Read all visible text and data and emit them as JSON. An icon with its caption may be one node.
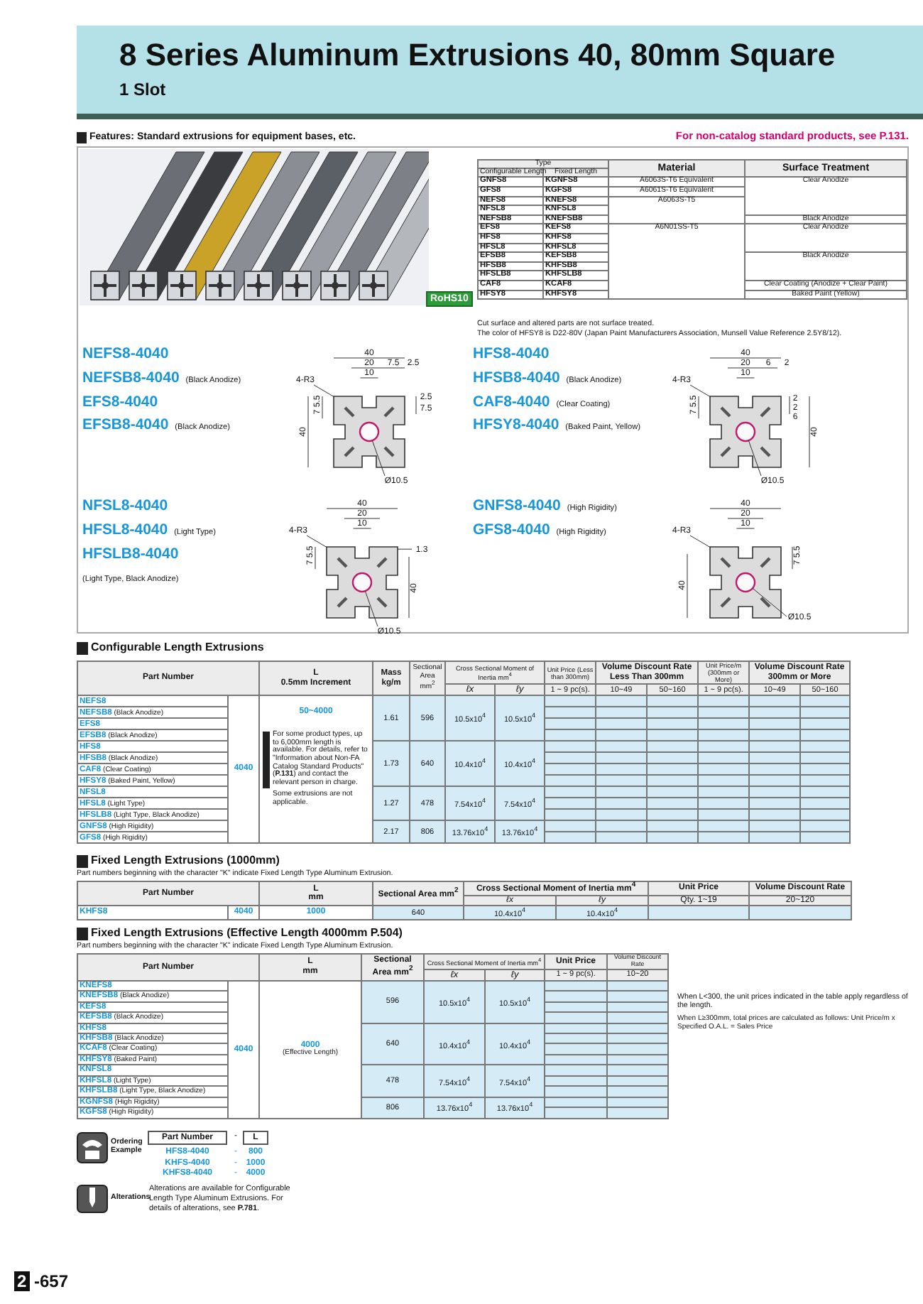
{
  "diagram": {
    "title": "8 Series Aluminum Extrusions 40, 80mm Square",
    "nodes": [
      {
        "text": [
          "4-R3"
        ]
      },
      {
        "text": [],
        "shape": "picture"
      },
      {
        "text": [],
        "shape": "circle",
        "in": 1
      },
      {
        "text": [
          "Ø10.5"
        ]
      },
      {
        "text": [
          "4-R3"
        ]
      },
      {
        "text": [],
        "shape": "picture"
      },
      {
        "text": [],
        "shape": "circle",
        "in": 5
      },
      {
        "text": [
          "Ø10.5"
        ]
      },
      {
        "text": [
          "4-R3"
        ]
      },
      {
        "text": [],
        "shape": "picture"
      },
      {
        "text": [],
        "shape": "circle",
        "in": 9
      },
      {
        "text": [
          "Ø10.5"
        ]
      },
      {
        "text": [
          "4-R3"
        ]
      },
      {
        "text": [],
        "shape": "picture"
      },
      {
        "text": [],
        "shape": "circle",
        "in": 13
      },
      {
        "text": [
          "Ø10.5"
        ]
      }
    ],
    "edges": [
      {
        "from": 0,
        "to": 1,
        "arrow": "none"
      },
      {
        "from": 3,
        "to": 2,
        "arrow": "none"
      },
      {
        "from": 4,
        "to": 5,
        "arrow": "none"
      },
      {
        "from": 7,
        "to": 6,
        "arrow": "none"
      },
      {
        "from": 8,
        "to": 9,
        "arrow": "none"
      },
      {
        "from": 11,
        "to": 10,
        "arrow": "none"
      },
      {
        "from": 12,
        "to": 13,
        "arrow": "none"
      },
      {
        "from": 15,
        "to": 14,
        "arrow": "none"
      }
    ],
    "labels": [
      "1 Slot",
      "**Features:** Standard extrusions for equipment bases, etc.",
      "For non-catalog standard products, see P.131.",
      "RoHS10",
      "Type",
      "Configurable Length",
      "Fixed Length",
      "Material",
      "Surface Treatment",
      "GNFS8",
      "KGNFS8",
      "A6063S-T6 Equivalent",
      "Clear Anodize",
      "GFS8",
      "KGFS8",
      "A6061S-T6 Equivalent",
      "NEFS8",
      "KNEFS8",
      "A6063S-T5",
      "NFSL8",
      "KNFSL8",
      "NEFSB8",
      "KNEFSB8",
      "Black Anodize",
      "EFS8",
      "KEFS8",
      "A6N01SS-T5",
      "Clear Anodize",
      "HFS8",
      "KHFS8",
      "HFSL8",
      "KHFSL8",
      "EFSB8",
      "KEFSB8",
      "Black Anodize",
      "HFSB8",
      "KHFSB8",
      "HFSLB8",
      "KHFSLB8",
      "CAF8",
      "KCAF8",
      "Clear Coating (Anodize + Clear Paint)",
      "HFSY8",
      "KHFSY8",
      "Baked Paint (Yellow)",
      "Cut surface and altered parts are not surface treated.",
      "The color of HFSY8 is D22-80V (Japan Paint Manufacturers Association, Munsell Value Reference 2.5Y8/12).",
      "NEFS8-4040",
      "NEFSB8-4040",
      "(Black Anodize)",
      "EFS8-4040",
      "EFSB8-4040",
      "(Black Anodize)",
      "40",
      "20",
      "7.5",
      "2.5",
      "10",
      "5.5",
      "7",
      "2.5",
      "7.5",
      "40",
      "HFS8-4040",
      "HFSB8-4040",
      "(Black Anodize)",
      "CAF8-4040",
      "(Clear Coating)",
      "HFSY8-4040",
      "(Baked Paint, Yellow)",
      "40",
      "20",
      "6",
      "2",
      "10",
      "5.5",
      "7",
      "2",
      "2",
      "6",
      "40",
      "NFSL8-4040",
      "HFSL8-4040",
      "(Light Type)",
      "HFSLB8-4040",
      "(Light Type, Black Anodize)",
      "40",
      "20",
      "10",
      "5.5",
      "7",
      "1.3",
      "40",
      "GNFS8-4040",
      "(High Rigidity)",
      "GFS8-4040",
      "(High Rigidity)",
      "40",
      "20",
      "10",
      "5.5",
      "40",
      "7",
      "Configurable Length Extrusions",
      "Part Number",
      "L",
      "0.5mm Increment",
      "Mass kg/m",
      "Sectional Area mm$^{2}$",
      "Cross Sectional Moment of Inertia mm$^{4}$",
      "Unit Price (Less than 300mm)",
      "Volume Discount Rate Less Than 300mm",
      "Unit Price/m (300mm or More)",
      "Volume Discount Rate 300mm or More",
      "ℓx",
      "ℓy",
      "1 ~ 9 pc(s).",
      "10~49",
      "50~160",
      "1 ~ 9 pc(s).",
      "10~49",
      "50~160",
      "NEFS8",
      "4040",
      "50~4000",
      "For some product types, up to 6,000mm length is available. For details, refer to \"Information about Non-FA Catalog Standard Products\" (**P.131**) and contact the relevant person in charge.",
      "Some extrusions are not applicable.",
      "1.61",
      "596",
      "10.5x10$^{4}$",
      "10.5x10$^{4}$",
      "NEFSB8",
      "(Black Anodize)",
      "EFS8",
      "EFSB8",
      "(Black Anodize)",
      "HFS8",
      "1.73",
      "640",
      "10.4x10$^{4}$",
      "10.4x10$^{4}$",
      "HFSB8",
      "(Black Anodize)",
      "CAF8",
      "(Clear Coating)",
      "HFSY8",
      "(Baked Paint, Yellow)",
      "NFSL8",
      "1.27",
      "478",
      "7.54x10$^{4}$",
      "7.54x10$^{4}$",
      "HFSL8",
      "(Light Type)",
      "HFSLB8",
      "(Light Type, Black Anodize)",
      "GNFS8",
      "(High Rigidity)",
      "2.17",
      "806",
      "13.76x10$^{4}$",
      "13.76x10$^{4}$",
      "GFS8",
      "(High Rigidity)",
      "Fixed Length Extrusions (1000mm)",
      "Part numbers beginning with the character \"K\" indicate Fixed Length Type Aluminum Extrusion.",
      "Part Number",
      "L",
      "mm",
      "Sectional Area mm$^{2}$",
      "Cross Sectional Moment of Inertia mm$^{4}$",
      "Unit Price",
      "Volume Discount Rate",
      "ℓx",
      "ℓy",
      "Qty. 1~19",
      "20~120",
      "KHFS8",
      "4040",
      "1000",
      "640",
      "10.4x10$^{4}$",
      "10.4x10$^{4}$",
      "Fixed Length Extrusions (Effective Length 4000mm P.504)",
      "Part numbers beginning with the character \"K\" indicate Fixed Length Type Aluminum Extrusion.",
      "Part Number",
      "L",
      "mm",
      "Sectional Area mm$^{2}$",
      "Cross Sectional Moment of Inertia mm$^{4}$",
      "Unit Price",
      "Volume Discount Rate",
      "ℓx",
      "ℓy",
      "1 ~ 9 pc(s).",
      "10~20",
      "KNEFS8",
      "4040",
      "4000",
      "(Effective Length)",
      "596",
      "10.5x10$^{4}$",
      "10.5x10$^{4}$",
      "KNEFSB8",
      "(Black Anodize)",
      "KEFS8",
      "KEFSB8",
      "(Black Anodize)",
      "KHFS8",
      "640",
      "10.4x10$^{4}$",
      "10.4x10$^{4}$",
      "KHFSB8",
      "(Black Anodize)",
      "KCAF8",
      "(Clear Coating)",
      "KHFSY8",
      "(Baked Paint)",
      "KNFSL8",
      "478",
      "7.54x10$^{4}$",
      "7.54x10$^{4}$",
      "KHFSL8",
      "(Light Type)",
      "KHFSLB8",
      "(Light Type, Black Anodize)",
      "KGNFS8",
      "(High Rigidity)",
      "806",
      "13.76x10$^{4}$",
      "13.76x10$^{4}$",
      "KGFS8",
      "(High Rigidity)",
      "When L<300, the unit prices indicated in the table apply regardless of the length.",
      "When L≥300mm, total prices are calculated as follows: Unit Price/m x Specified O.A.L. = Sales Price",
      "Ordering Example",
      "Part Number",
      "-",
      "L",
      "HFS8-4040",
      "-",
      "800",
      "KHFS-4040",
      "-",
      "1000",
      "KHFS8-4040",
      "-",
      "4000",
      "Alterations",
      "Alterations are available for Configurable Length Type Aluminum Extrusions. For details of alterations, see **P.781**.",
      "2",
      "-657"
    ]
  }
}
